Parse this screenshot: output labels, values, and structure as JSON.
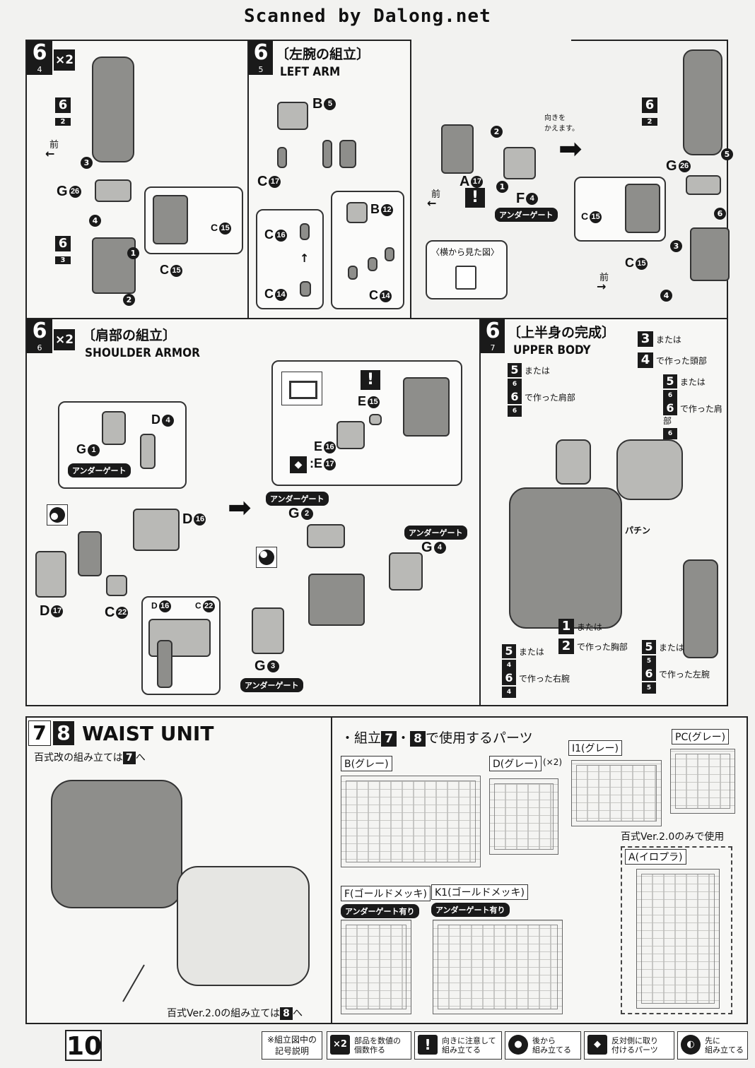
{
  "header": {
    "watermark": "Scanned by Dalong.net"
  },
  "page_number": "10",
  "panel1": {
    "step": "6",
    "sub": "4",
    "mult": "×2",
    "front": "前",
    "labels": {
      "p6": "6",
      "p6sub": "2",
      "p6b": "6",
      "p6bsub": "3",
      "g": "G",
      "g_num": "26",
      "c": "C",
      "c_num": "15"
    },
    "arrows": [
      "1",
      "2",
      "3",
      "4"
    ]
  },
  "panel2": {
    "step": "6",
    "sub": "5",
    "title_jp": "〔左腕の組立〕",
    "title_en": "LEFT ARM",
    "front": "前",
    "turn_note": "向きを\nかえます。",
    "side_view": "〈横から見た図〉",
    "undergate": "アンダーゲート",
    "parts": {
      "b5": "B",
      "b5n": "5",
      "c17": "C",
      "c17n": "17",
      "c16": "C",
      "c16n": "16",
      "c14a": "C",
      "c14an": "14",
      "b12": "B",
      "b12n": "12",
      "c14b": "C",
      "c14bn": "14",
      "a17": "A",
      "a17n": "17",
      "f4": "F",
      "f4n": "4"
    },
    "arrows": [
      "1",
      "2"
    ]
  },
  "panel3": {
    "front": "前",
    "labels": {
      "p6": "6",
      "p6sub": "2",
      "g": "G",
      "g_num": "26",
      "c": "C",
      "c_num": "15",
      "c2": "C",
      "c2_num": "15"
    },
    "arrows": [
      "3",
      "4",
      "5",
      "6"
    ]
  },
  "panel4": {
    "step": "6",
    "sub": "6",
    "mult": "×2",
    "title_jp": "〔肩部の組立〕",
    "title_en": "SHOULDER ARMOR",
    "undergate": "アンダーゲート",
    "parts": {
      "d4": "D",
      "d4n": "4",
      "g1": "G",
      "g1n": "1",
      "d16": "D",
      "d16n": "16",
      "d17": "D",
      "d17n": "17",
      "c22": "C",
      "c22n": "22",
      "d16b": "D",
      "d16bn": "16",
      "c22b": "C",
      "c22bn": "22",
      "e15": "E",
      "e15n": "15",
      "e16": "E",
      "e16n": "16",
      "e17": "E",
      "e17n": "17",
      "g2": "G",
      "g2n": "2",
      "g4": "G",
      "g4n": "4",
      "g3": "G",
      "g3n": "3"
    }
  },
  "panel5": {
    "step": "6",
    "sub": "7",
    "title_jp": "〔上半身の完成〕",
    "title_en": "UPPER BODY",
    "notes": {
      "head_a": "3",
      "head_a_txt": "または",
      "head_b": "4",
      "head_b_txt": "で作った頭部",
      "sl_a": "5",
      "sl_a_sub": "6",
      "sl_a_txt": "または",
      "sl_b": "6",
      "sl_b_sub": "6",
      "sl_b_txt": "で作った肩部",
      "sr_a": "5",
      "sr_a_sub": "6",
      "sr_a_txt": "または",
      "sr_b": "6",
      "sr_b_sub": "6",
      "sr_b_txt": "で作った肩部",
      "chest_a": "1",
      "chest_a_txt": "または",
      "chest_b": "2",
      "chest_b_txt": "で作った胸部",
      "ra_a": "5",
      "ra_a_sub": "4",
      "ra_a_txt": "または",
      "ra_b": "6",
      "ra_b_sub": "4",
      "ra_b_txt": "で作った右腕",
      "la_a": "5",
      "la_a_sub": "5",
      "la_a_txt": "または",
      "la_b": "6",
      "la_b_sub": "5",
      "la_b_txt": "で作った左腕",
      "snap": "パチン"
    }
  },
  "panel6": {
    "step_a": "7",
    "step_b": "8",
    "title_en": "WAIST UNIT",
    "note_top": "百式改の組み立ては",
    "note_top_ref": "7",
    "note_top_tail": "へ",
    "note_bottom": "百式Ver.2.0の組み立ては",
    "note_bottom_ref": "8",
    "note_bottom_tail": "へ"
  },
  "panel7": {
    "heading_pre": "・組立",
    "ref_a": "7",
    "dot": "・",
    "ref_b": "8",
    "heading_post": "で使用するパーツ",
    "runners": {
      "b": "B(グレー)",
      "d": "D(グレー)",
      "d_mult": "(×2)",
      "i1": "I1(グレー)",
      "pc": "PC(グレー)",
      "f": "F(ゴールドメッキ)",
      "f_tag": "アンダーゲート有り",
      "k1": "K1(ゴールドメッキ)",
      "k1_tag": "アンダーゲート有り",
      "a_note": "百式Ver.2.0のみで使用",
      "a": "A(イロプラ)"
    }
  },
  "legend": {
    "title": "※組立図中の\n記号説明",
    "items": [
      {
        "icon": "×2",
        "text": "部品を数値の\n個数作る"
      },
      {
        "icon": "!",
        "text": "向きに注意して\n組み立てる"
      },
      {
        "icon": "●",
        "text": "後から\n組み立てる"
      },
      {
        "icon": "◆",
        "text": "反対側に取り\n付けるパーツ"
      },
      {
        "icon": "◐",
        "text": "先に\n組み立てる"
      }
    ]
  }
}
